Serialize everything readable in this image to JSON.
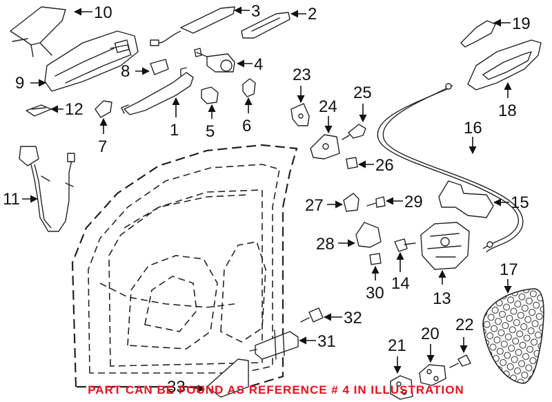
{
  "notice": {
    "text": "PART CAN BE FOUND AS REFERENCE # 4 IN ILLUSTRATION",
    "color": "#e8101c"
  },
  "callouts": [
    {
      "id": "1",
      "label": "1"
    },
    {
      "id": "2",
      "label": "2"
    },
    {
      "id": "3",
      "label": "3"
    },
    {
      "id": "4",
      "label": "4"
    },
    {
      "id": "5",
      "label": "5"
    },
    {
      "id": "6",
      "label": "6"
    },
    {
      "id": "7",
      "label": "7"
    },
    {
      "id": "8",
      "label": "8"
    },
    {
      "id": "9",
      "label": "9"
    },
    {
      "id": "10",
      "label": "10"
    },
    {
      "id": "11",
      "label": "11"
    },
    {
      "id": "12",
      "label": "12"
    },
    {
      "id": "13",
      "label": "13"
    },
    {
      "id": "14",
      "label": "14"
    },
    {
      "id": "15",
      "label": "15"
    },
    {
      "id": "16",
      "label": "16"
    },
    {
      "id": "17",
      "label": "17"
    },
    {
      "id": "18",
      "label": "18"
    },
    {
      "id": "19",
      "label": "19"
    },
    {
      "id": "20",
      "label": "20"
    },
    {
      "id": "21",
      "label": "21"
    },
    {
      "id": "22",
      "label": "22"
    },
    {
      "id": "23",
      "label": "23"
    },
    {
      "id": "24",
      "label": "24"
    },
    {
      "id": "25",
      "label": "25"
    },
    {
      "id": "26",
      "label": "26"
    },
    {
      "id": "27",
      "label": "27"
    },
    {
      "id": "28",
      "label": "28"
    },
    {
      "id": "29",
      "label": "29"
    },
    {
      "id": "30",
      "label": "30"
    },
    {
      "id": "31",
      "label": "31"
    },
    {
      "id": "32",
      "label": "32"
    },
    {
      "id": "33",
      "label": "33"
    }
  ]
}
